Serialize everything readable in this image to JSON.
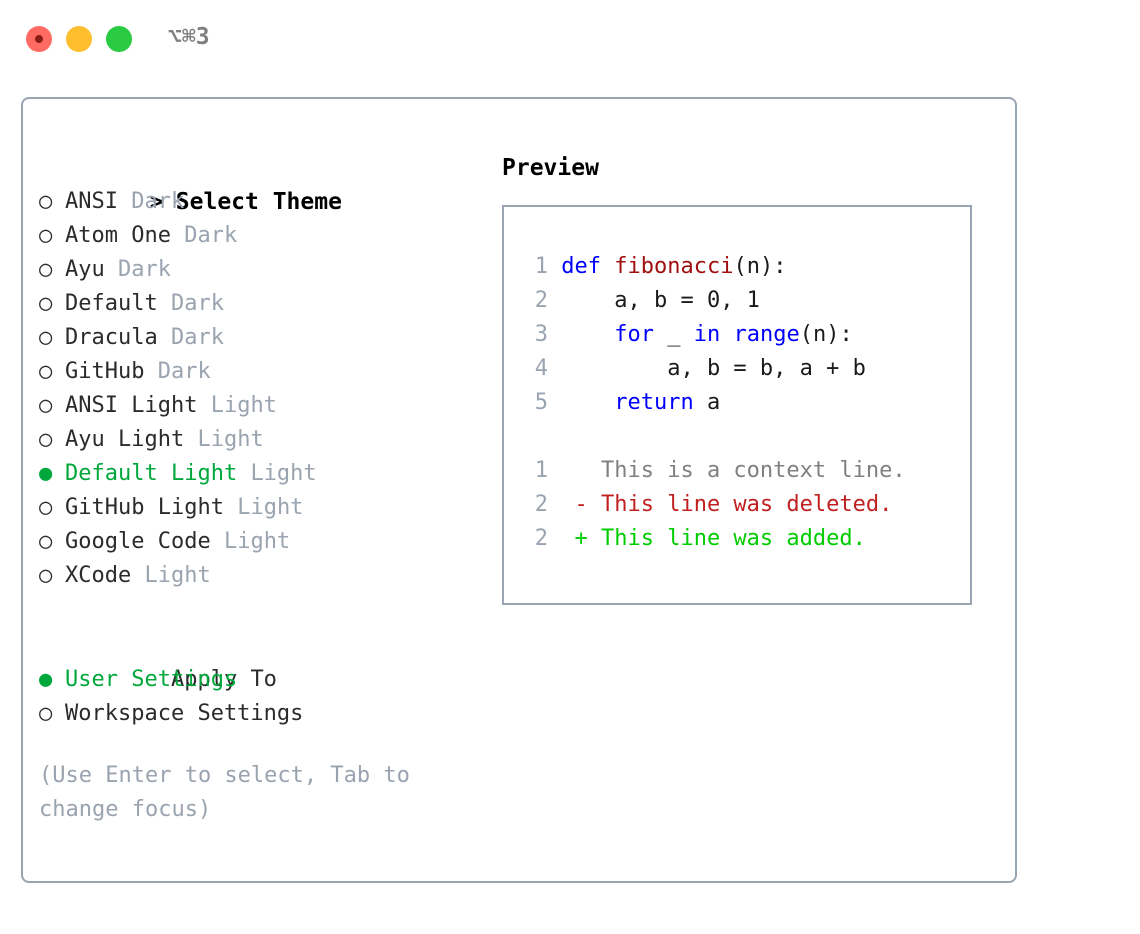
{
  "titlebar": {
    "shortcut": "⌥⌘3",
    "traffic_lights": [
      {
        "name": "close",
        "color": "#ff6b63"
      },
      {
        "name": "minimize",
        "color": "#ffbe2e"
      },
      {
        "name": "maximize",
        "color": "#2acb42"
      }
    ]
  },
  "theme_picker": {
    "header_marker": ">",
    "header_label": "Select Theme",
    "marker_selected": "●",
    "marker_unselected": "○",
    "items": [
      {
        "name": "ANSI",
        "kind": "Dark",
        "selected": false
      },
      {
        "name": "Atom One",
        "kind": "Dark",
        "selected": false
      },
      {
        "name": "Ayu",
        "kind": "Dark",
        "selected": false
      },
      {
        "name": "Default",
        "kind": "Dark",
        "selected": false
      },
      {
        "name": "Dracula",
        "kind": "Dark",
        "selected": false
      },
      {
        "name": "GitHub",
        "kind": "Dark",
        "selected": false
      },
      {
        "name": "ANSI Light",
        "kind": "Light",
        "selected": false
      },
      {
        "name": "Ayu Light",
        "kind": "Light",
        "selected": false
      },
      {
        "name": "Default Light",
        "kind": "Light",
        "selected": true
      },
      {
        "name": "GitHub Light",
        "kind": "Light",
        "selected": false
      },
      {
        "name": "Google Code",
        "kind": "Light",
        "selected": false
      },
      {
        "name": "XCode",
        "kind": "Light",
        "selected": false
      }
    ]
  },
  "apply_to": {
    "header_label": "Apply To",
    "items": [
      {
        "label": "User Settings",
        "selected": true
      },
      {
        "label": "Workspace Settings",
        "selected": false
      }
    ]
  },
  "hint": "(Use Enter to select, Tab to change focus)",
  "preview": {
    "title": "Preview",
    "code_lines": [
      {
        "num": "1",
        "segments": [
          {
            "text": "def ",
            "style": "kw"
          },
          {
            "text": "fibonacci",
            "style": "fn"
          },
          {
            "text": "(n):",
            "style": "ctext"
          }
        ]
      },
      {
        "num": "2",
        "segments": [
          {
            "text": "    a, b = 0, 1",
            "style": "ctext"
          }
        ]
      },
      {
        "num": "3",
        "segments": [
          {
            "text": "    ",
            "style": "ctext"
          },
          {
            "text": "for",
            "style": "kw"
          },
          {
            "text": " _ ",
            "style": "ctext"
          },
          {
            "text": "in ",
            "style": "kw"
          },
          {
            "text": "range",
            "style": "kw"
          },
          {
            "text": "(n):",
            "style": "ctext"
          }
        ]
      },
      {
        "num": "4",
        "segments": [
          {
            "text": "        a, b = b, a + b",
            "style": "ctext"
          }
        ]
      },
      {
        "num": "5",
        "segments": [
          {
            "text": "    ",
            "style": "ctext"
          },
          {
            "text": "return",
            "style": "kw"
          },
          {
            "text": " a",
            "style": "ctext"
          }
        ]
      }
    ],
    "diff_lines": [
      {
        "num": "1",
        "text": "   This is a context line.",
        "style": "diff-ctx"
      },
      {
        "num": "2",
        "text": " - This line was deleted.",
        "style": "diff-del"
      },
      {
        "num": "2",
        "text": " + This line was added.",
        "style": "diff-add"
      }
    ]
  },
  "colors": {
    "accent_green": "#00a83c",
    "muted_gray": "#9aa3b0",
    "border": "#9aa5b4",
    "keyword_blue": "#0000ff",
    "function_red": "#a01010",
    "diff_add": "#00cc00",
    "diff_del": "#c02020"
  }
}
